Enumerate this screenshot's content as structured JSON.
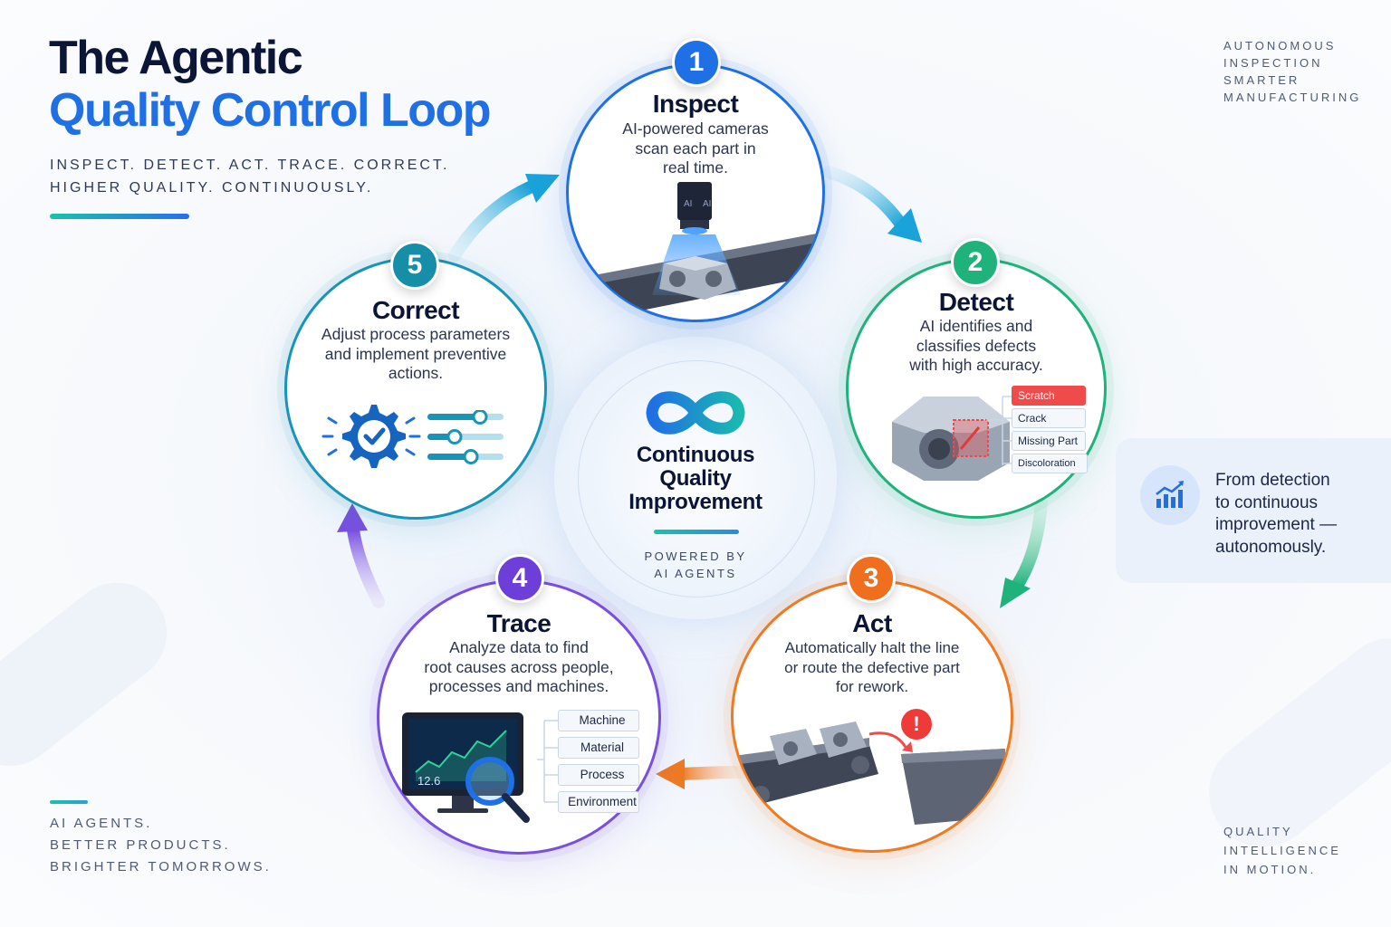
{
  "title": {
    "line1": "The Agentic",
    "line2": "Quality Control Loop"
  },
  "tagline": [
    "INSPECT. DETECT. ACT. TRACE. CORRECT.",
    "HIGHER QUALITY. CONTINUOUSLY."
  ],
  "top_right": [
    "AUTONOMOUS",
    "INSPECTION",
    "SMARTER",
    "MANUFACTURING"
  ],
  "bottom_left": [
    "AI AGENTS.",
    "BETTER PRODUCTS.",
    "BRIGHTER TOMORROWS."
  ],
  "bottom_right": [
    "QUALITY",
    "INTELLIGENCE",
    "IN MOTION."
  ],
  "center": {
    "title": [
      "Continuous",
      "Quality",
      "Improvement"
    ],
    "subtitle": [
      "POWERED BY",
      "AI AGENTS"
    ]
  },
  "side_card": {
    "text": [
      "From detection",
      "to continuous",
      "improvement —",
      "autonomously."
    ],
    "icon": "growth-chart-icon"
  },
  "steps": [
    {
      "number": "1",
      "title": "Inspect",
      "desc": [
        "AI-powered cameras",
        "scan each part in",
        "real time."
      ],
      "color": "#1f6fe5",
      "camera_labels": [
        "AI",
        "AI"
      ]
    },
    {
      "number": "2",
      "title": "Detect",
      "desc": [
        "AI identifies and",
        "classifies defects",
        "with high accuracy."
      ],
      "color": "#1fb27a",
      "defects": [
        "Scratch",
        "Crack",
        "Missing Part",
        "Discoloration"
      ]
    },
    {
      "number": "3",
      "title": "Act",
      "desc": [
        "Automatically halt the line",
        "or route the defective part",
        "for rework."
      ],
      "color": "#ef6f1e"
    },
    {
      "number": "4",
      "title": "Trace",
      "desc": [
        "Analyze data to find",
        "root causes across people,",
        "processes and machines."
      ],
      "color": "#6d3fd8",
      "causes": [
        "Machine",
        "Material",
        "Process",
        "Environment"
      ],
      "monitor_value": "12.6"
    },
    {
      "number": "5",
      "title": "Correct",
      "desc": [
        "Adjust process parameters",
        "and implement preventive",
        "actions."
      ],
      "color": "#168ea8"
    }
  ]
}
